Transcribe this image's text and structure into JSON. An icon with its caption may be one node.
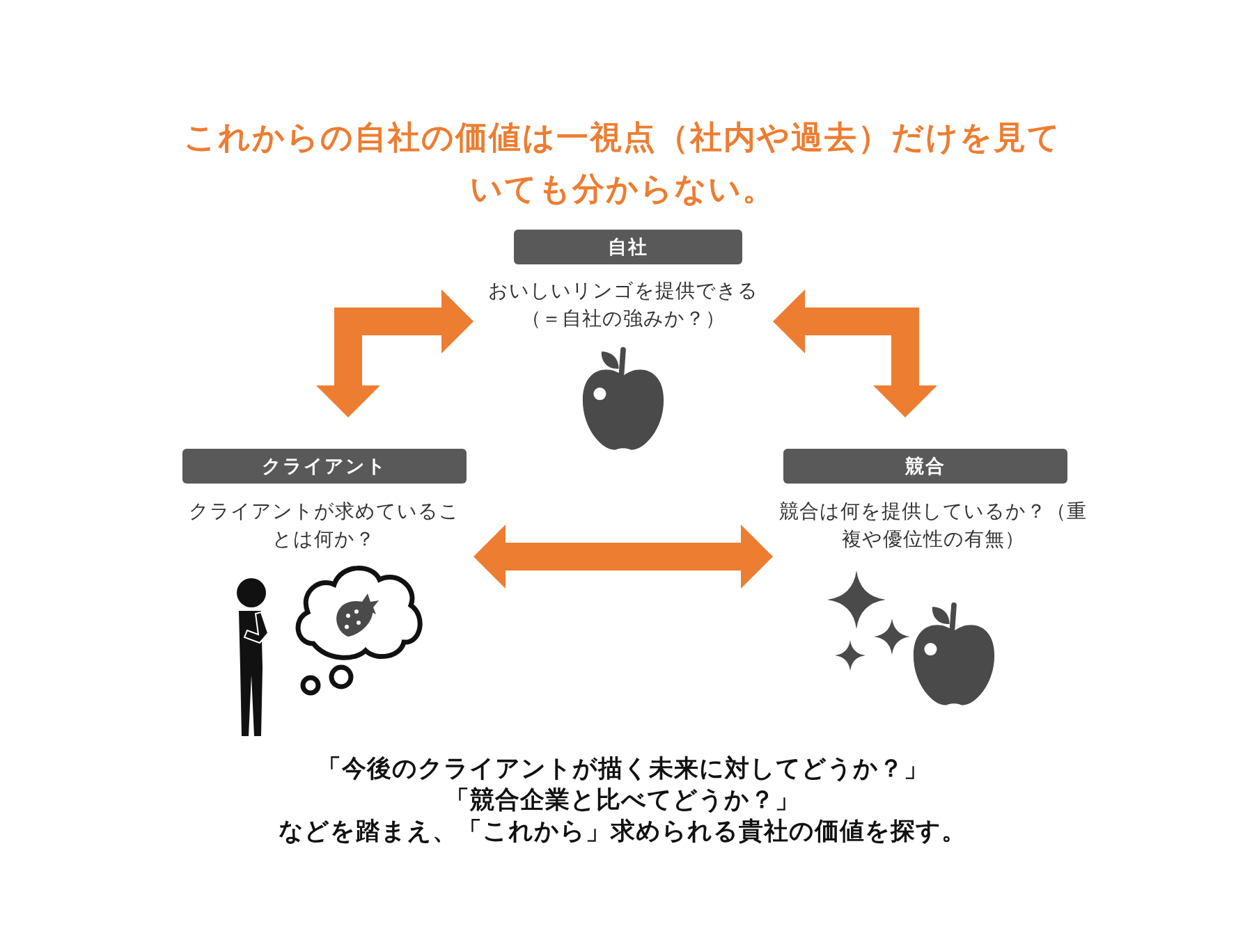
{
  "diagram": {
    "title": "これからの自社の価値は一視点（社内や過去）だけを見ていても分からない。",
    "nodes": [
      {
        "text": [
          "自社",
          "おいしいリンゴを提供できる（＝自社の強みか？）"
        ]
      },
      {
        "text": [
          "クライアント",
          "クライアントが求めていることは何か？"
        ]
      },
      {
        "text": [
          "競合",
          "競合は何を提供しているか？（重複や優位性の有無）"
        ]
      }
    ],
    "edges": [
      {
        "from": 1,
        "to": 0,
        "arrow": "both"
      },
      {
        "from": 0,
        "to": 2,
        "arrow": "both"
      },
      {
        "from": 1,
        "to": 2,
        "arrow": "both"
      }
    ],
    "labels": [
      "「今後のクライアントが描く未来に対してどうか？」",
      "「競合企業と比べてどうか？」",
      "などを踏まえ、「これから」求められる貴社の価値を探す。"
    ]
  }
}
